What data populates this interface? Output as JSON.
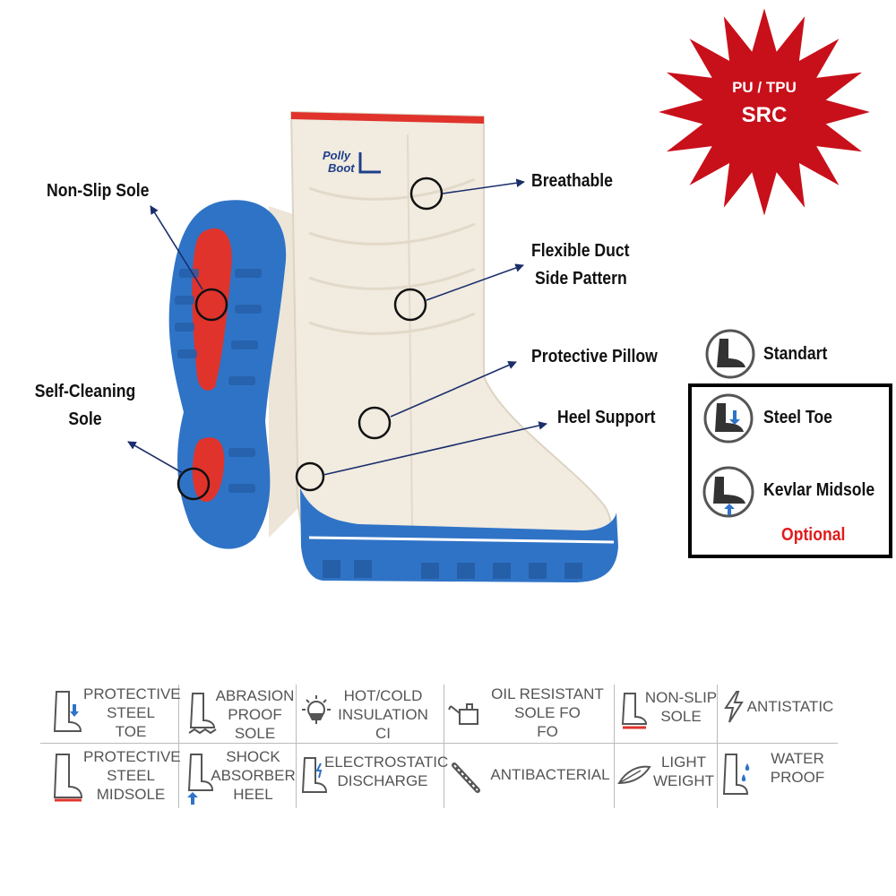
{
  "badge": {
    "line1": "PU / TPU",
    "line2": "SRC",
    "color": "#c8101a"
  },
  "brand": {
    "logo_line1": "Polly",
    "logo_line2": "Boot"
  },
  "callouts": {
    "non_slip_sole": "Non-Slip Sole",
    "self_cleaning_line1": "Self-Cleaning",
    "self_cleaning_line2": "Sole",
    "breathable": "Breathable",
    "flexible_line1": "Flexible Duct",
    "flexible_line2": "Side Pattern",
    "protective_pillow": "Protective Pillow",
    "heel_support": "Heel Support"
  },
  "variants": {
    "standart": "Standart",
    "steel_toe": "Steel Toe",
    "kevlar_midsole": "Kevlar Midsole",
    "optional": "Optional"
  },
  "colors": {
    "sole_blue": "#2f73c6",
    "sole_red": "#e0332c",
    "boot_cream": "#f1ebe0",
    "optional_red": "#e01b1b"
  },
  "features": {
    "row1": [
      {
        "label": "PROTECTIVE\nSTEEL\nTOE",
        "icon": "boot-steel-toe-icon"
      },
      {
        "label": "ABRASION\nPROOF\nSOLE",
        "icon": "boot-abrasion-icon"
      },
      {
        "label": "HOT/COLD\nINSULATION\nCI",
        "icon": "snowflake-sun-icon"
      },
      {
        "label": "OIL RESISTANT\nSOLE FO\nFO",
        "icon": "oil-can-icon"
      },
      {
        "label": "NON-SLIP\nSOLE",
        "icon": "boot-non-slip-icon"
      },
      {
        "label": "ANTISTATIC",
        "icon": "lightning-icon"
      }
    ],
    "row2": [
      {
        "label": "PROTECTIVE\nSTEEL\nMIDSOLE",
        "icon": "boot-midsole-icon"
      },
      {
        "label": "SHOCK\nABSORBER\nHEEL",
        "icon": "boot-shock-heel-icon"
      },
      {
        "label": "ELECTROSTATIC\nDISCHARGE",
        "icon": "boot-esd-icon"
      },
      {
        "label": "ANTIBACTERIAL",
        "icon": "bacteria-icon"
      },
      {
        "label": "LIGHT\nWEIGHT",
        "icon": "feather-icon"
      },
      {
        "label": "WATER\nPROOF",
        "icon": "boot-water-icon"
      }
    ]
  }
}
